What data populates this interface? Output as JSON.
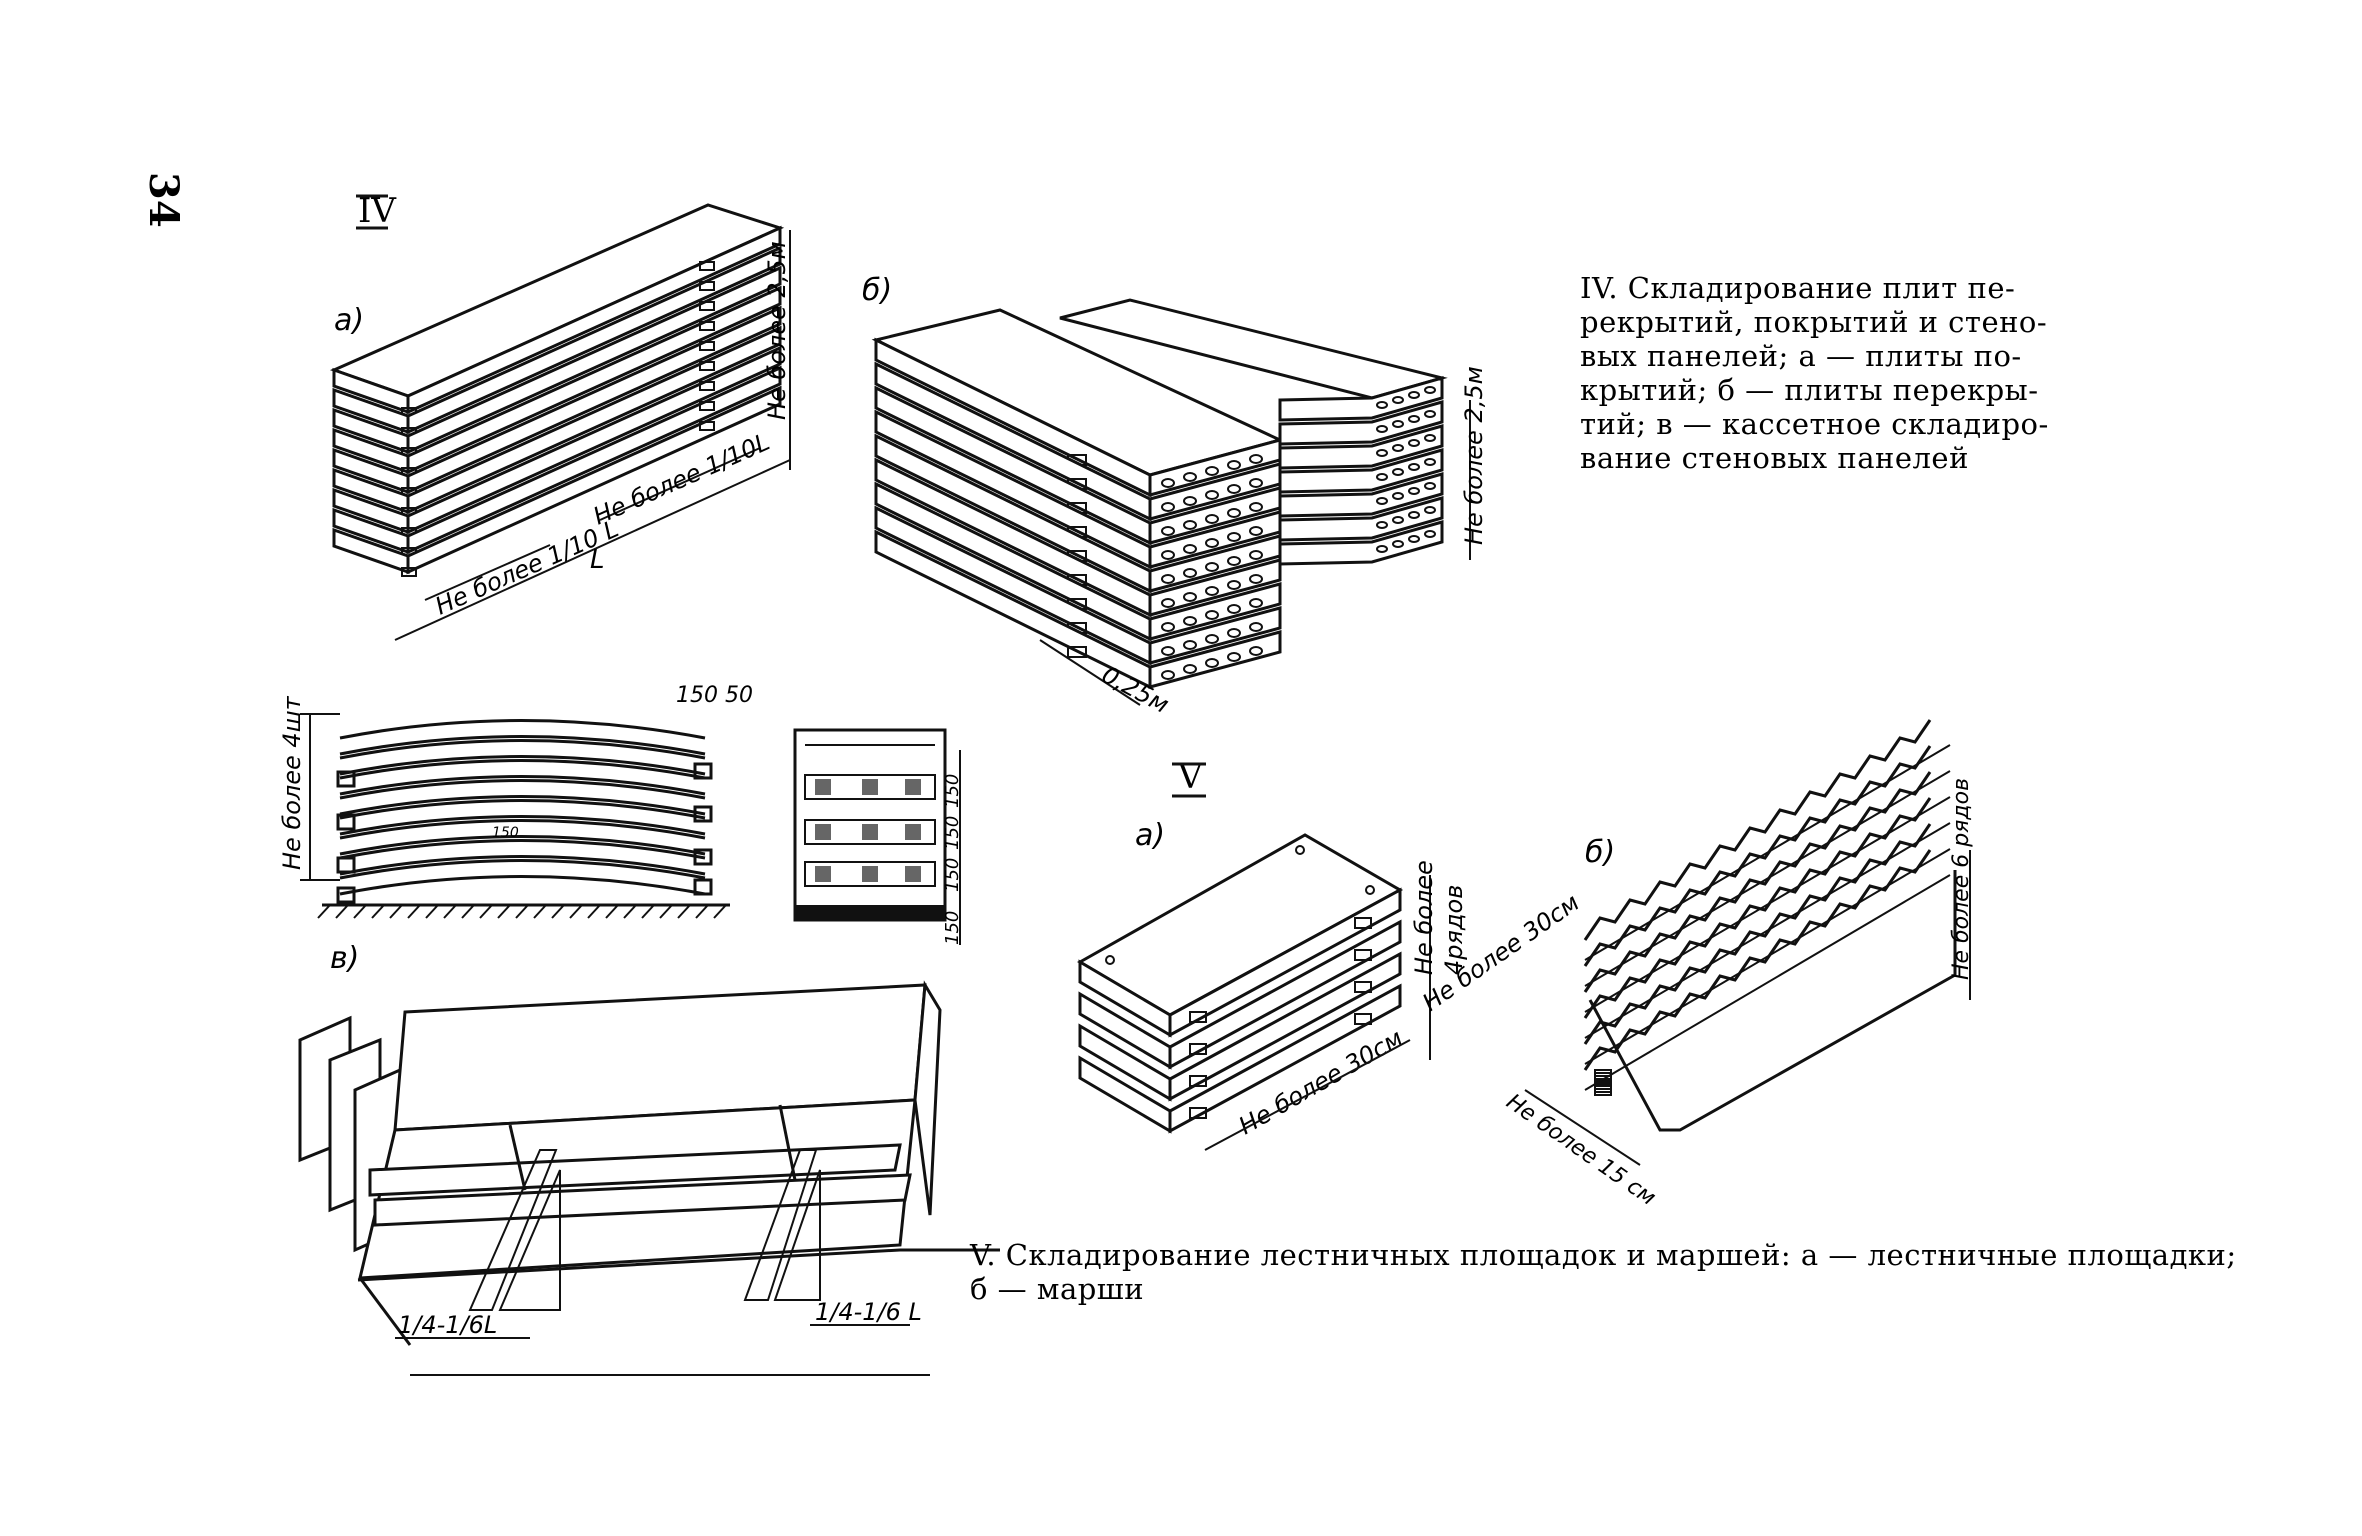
{
  "page_number": "34",
  "section_iv": {
    "numeral": "IV",
    "caption_lines": [
      "IV. Складирование плит пе-",
      "рекрытий, покрытий и стено-",
      "вых панелей; а — плиты по-",
      "крытий; б — плиты перекры-",
      "тий; в — кассетное складиро-",
      "вание стеновых панелей"
    ],
    "fig_a": {
      "letter": "а)",
      "dim_height": "Не более 2,5м",
      "dim_left": "Не более 1/10 L",
      "dim_right": "Не более 1/10L",
      "dim_length": "L"
    },
    "fig_b": {
      "letter": "б)",
      "dim_height": "Не более 2,5м",
      "dim_gap": "0,25м"
    },
    "detail_left": {
      "dims_top": "150 50",
      "dim_count": "Не более 4шт",
      "inner_mark": "150"
    },
    "detail_right": {
      "dims": [
        "150",
        "150",
        "150",
        "150"
      ]
    },
    "fig_v": {
      "letter": "в)",
      "dim_left": "1/4-1/6L",
      "dim_right": "1/4-1/6 L"
    }
  },
  "section_v": {
    "numeral": "V",
    "caption_lines": [
      "V. Складирование лестничных площадок и маршей: а — лестничные площадки;",
      "б — марши"
    ],
    "fig_a": {
      "letter": "а)",
      "dim_rows_line1": "Не более",
      "dim_rows_line2": "4рядов",
      "dim_top": "Не более 30см",
      "dim_bottom": "Не более 30см"
    },
    "fig_b": {
      "letter": "б)",
      "dim_rows": "Не более 6 рядов",
      "dim_gap": "Не более 15 см"
    }
  }
}
